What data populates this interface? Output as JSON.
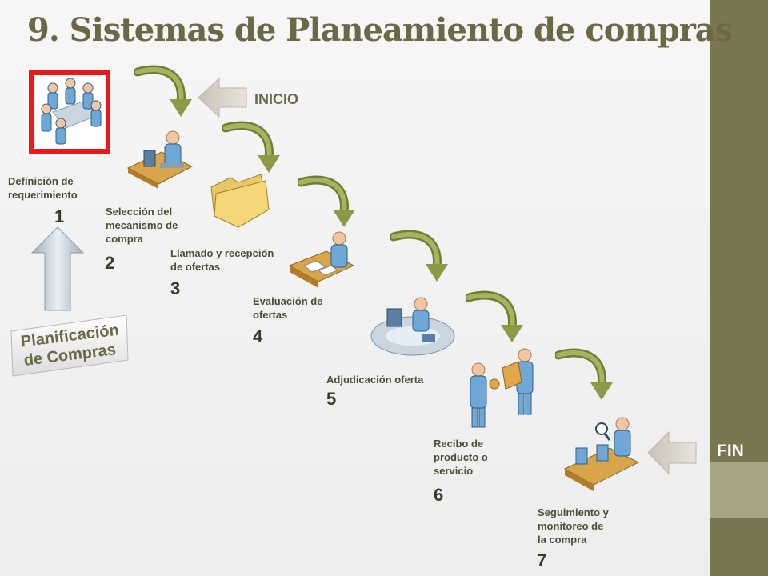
{
  "title": "9. Sistemas de Planeamiento de compras",
  "start_label": "INICIO",
  "end_label": "FIN",
  "planning_badge": {
    "line1": "Planificación",
    "line2": "de Compras"
  },
  "steps": [
    {
      "label": "Definición de\nrequerimiento",
      "number": "1",
      "icon": "meeting-people-icon"
    },
    {
      "label": "Selección del\nmecanismo de\ncompra",
      "number": "2",
      "icon": "person-computer-desk-icon"
    },
    {
      "label": "Llamado y recepción\nde ofertas",
      "number": "3",
      "icon": "folder-icon"
    },
    {
      "label": "Evaluación de\nofertas",
      "number": "4",
      "icon": "person-reading-documents-icon"
    },
    {
      "label": "Adjudicación oferta",
      "number": "5",
      "icon": "workstation-desk-icon"
    },
    {
      "label": "Recibo de\nproducto o\nservicio",
      "number": "6",
      "icon": "people-delivery-icon"
    },
    {
      "label": "Seguimiento y\nmonitoreo de\nla compra",
      "number": "7",
      "icon": "conveyor-inspection-icon"
    }
  ],
  "colors": {
    "accent": "#6b6845",
    "sidebar": "#7a7650",
    "highlight": "#e81b1b",
    "curve": "#8a9a48"
  }
}
